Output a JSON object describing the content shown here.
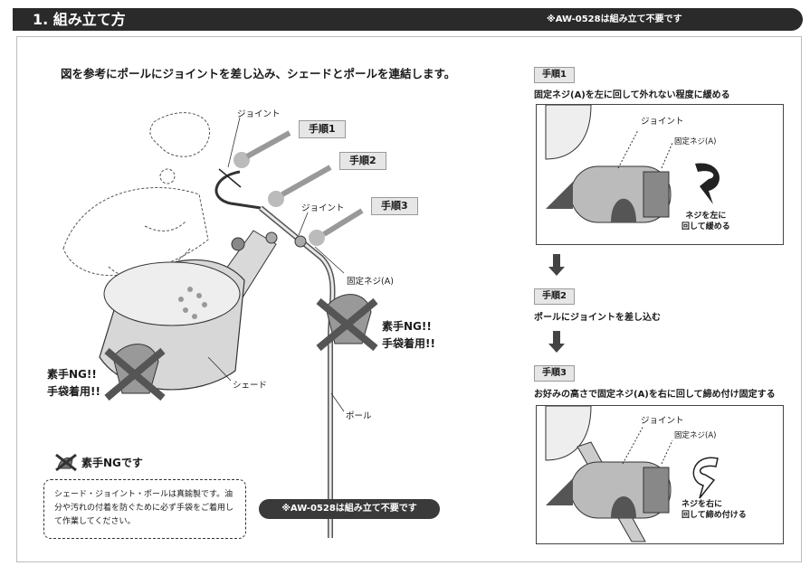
{
  "header": {
    "title": "1. 組み立て方",
    "note": "※AW-0528は組み立て不要です"
  },
  "lead": "図を参考にポールにジョイントを差し込み、シェードとポールを連結します。",
  "diagram": {
    "step1": "手順1",
    "step2": "手順2",
    "step3": "手順3",
    "joint_label_1": "ジョイント",
    "joint_label_2": "ジョイント",
    "screw_label": "固定ネジ(A)",
    "shade_label": "シェード",
    "pole_label": "ポール",
    "warn_right_line1": "素手NG!!",
    "warn_right_line2": "手袋着用!!",
    "warn_left_line1": "素手NG!!",
    "warn_left_line2": "手袋着用!!"
  },
  "note": {
    "title": "素手NGです",
    "body": "シェード・ジョイント・ポールは真鍮製です。油分や汚れの付着を防ぐために必ず手袋をご着用して作業してください。"
  },
  "bottom_pill": "※AW-0528は組み立て不要です",
  "steps": [
    {
      "tag": "手順1",
      "desc": "固定ネジ(A)を左に回して外れない程度に緩める"
    },
    {
      "tag": "手順2",
      "desc": "ポールにジョイントを差し込む"
    },
    {
      "tag": "手順3",
      "desc": "お好みの高さで固定ネジ(A)を右に回して締め付け固定する"
    }
  ],
  "detail1": {
    "joint": "ジョイント",
    "screw": "固定ネジ(A)",
    "action_line1": "ネジを左に",
    "action_line2": "回して緩める"
  },
  "detail2": {
    "joint": "ジョイント",
    "screw": "固定ネジ(A)",
    "action_line1": "ネジを右に",
    "action_line2": "回して締め付ける"
  }
}
